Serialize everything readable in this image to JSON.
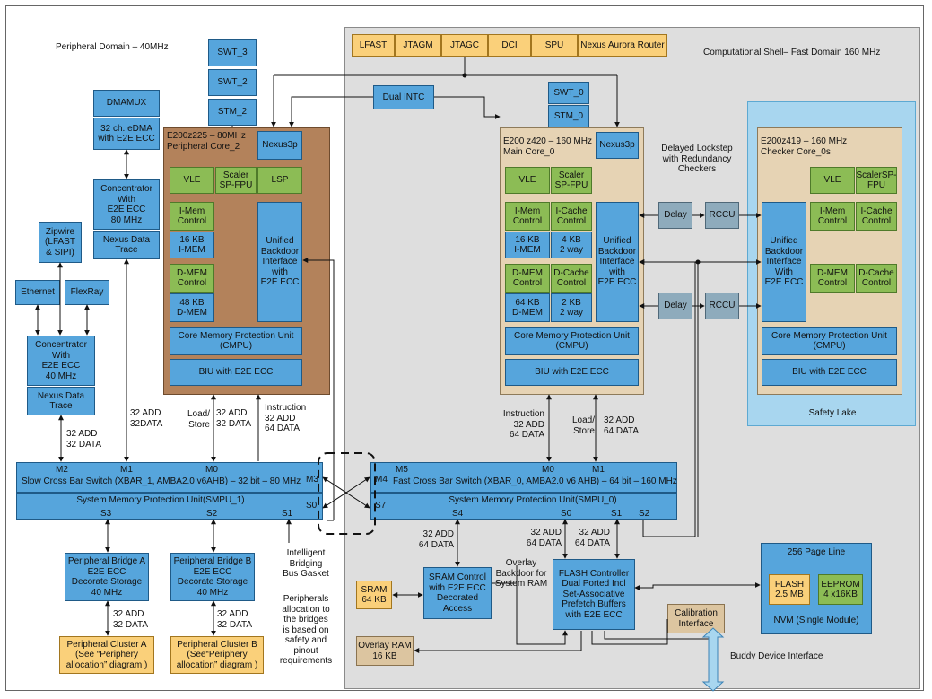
{
  "domains": {
    "peripheral": "Peripheral Domain – 40MHz",
    "computational": "Computational Shell– Fast Domain 160 MHz",
    "safety_lake": "Safety Lake"
  },
  "top_bar": [
    "LFAST",
    "JTAGM",
    "JTAGC",
    "DCI",
    "SPU",
    "Nexus Aurora Router"
  ],
  "left_stack": [
    "SWT_3",
    "SWT_2",
    "STM_2"
  ],
  "right_stack": [
    "SWT_0",
    "STM_0"
  ],
  "dual_intc": "Dual INTC",
  "dmamux": "DMAMUX",
  "edma": "32 ch. eDMA\nwith E2E ECC",
  "conc80": "Concentrator\nWith\nE2E ECC\n80 MHz",
  "nexus_data_trace_a": "Nexus Data\nTrace",
  "zipwire": "Zipwire\n(LFAST\n& SIPI)",
  "ethernet": "Ethernet",
  "flexray": "FlexRay",
  "conc40": "Concentrator\nWith\nE2E ECC\n40 MHz",
  "nexus_data_trace_b": "Nexus Data\nTrace",
  "core2": {
    "title": "E200z225 – 80MHz\nPeripheral Core_2",
    "nexus": "Nexus3p",
    "vle": "VLE",
    "scaler": "Scaler\nSP-FPU",
    "lsp": "LSP",
    "imem_ctrl": "I-Mem\nControl",
    "imem": "16 KB\nI-MEM",
    "dmem_ctrl": "D-MEM\nControl",
    "dmem": "48 KB\nD-MEM",
    "unified": "Unified\nBackdoor\nInterface\nwith\nE2E ECC",
    "cmpu": "Core Memory Protection Unit\n(CMPU)",
    "biu": "BIU with E2E ECC"
  },
  "core0": {
    "title": "E200 z420 – 160 MHz\nMain Core_0",
    "nexus": "Nexus3p",
    "vle": "VLE",
    "scaler": "Scaler\nSP-FPU",
    "imem_ctrl": "I-Mem\nControl",
    "icache_ctrl": "I-Cache\nControl",
    "imem": "16 KB\nI-MEM",
    "icache": "4 KB\n2 way",
    "dmem_ctrl": "D-MEM\nControl",
    "dcache_ctrl": "D-Cache\nControl",
    "dmem": "64 KB\nD-MEM",
    "dcache": "2 KB\n2 way",
    "unified": "Unified\nBackdoor\nInterface\nwith\nE2E ECC",
    "cmpu": "Core Memory Protection Unit\n(CMPU)",
    "biu": "BIU with E2E ECC"
  },
  "core0s": {
    "title": "E200z419 – 160 MHz\nChecker Core_0s",
    "vle": "VLE",
    "scaler": "ScalerSP-\nFPU",
    "imem_ctrl": "I-Mem\nControl",
    "icache_ctrl": "I-Cache\nControl",
    "dmem_ctrl": "D-MEM\nControl",
    "dcache_ctrl": "D-Cache\nControl",
    "unified": "Unified\nBackdoor\nInterface\nWith\nE2E ECC",
    "cmpu": "Core Memory Protection Unit\n(CMPU)",
    "biu": "BIU with E2E ECC"
  },
  "lockstep": "Delayed Lockstep\nwith Redundancy\nCheckers",
  "delay": "Delay",
  "rccu": "RCCU",
  "xbar1": {
    "ports_top": [
      "M2",
      "M1",
      "M0",
      "M3"
    ],
    "title": "Slow Cross Bar Switch (XBAR_1, AMBA2.0 v6AHB) – 32 bit – 80 MHz",
    "smpu": "System Memory Protection Unit(SMPU_1)",
    "ports_bottom": [
      "S3",
      "S2",
      "S1",
      "S0"
    ]
  },
  "xbar0": {
    "ports_top": [
      "M4",
      "M5",
      "M0",
      "M1"
    ],
    "title": "Fast Cross Bar Switch (XBAR_0, AMBA2.0 v6 AHB) – 64 bit – 160 MHz",
    "smpu": "System Memory Protection Unit(SMPU_0)",
    "ports_bottom": [
      "S7",
      "S4",
      "S0",
      "S1",
      "S2"
    ]
  },
  "bus_labels": {
    "conc_to_xbar": "32 ADD\n32 DATA",
    "conc80_to_xbar": "32 ADD\n32DATA",
    "core2_ls": "Load/\nStore",
    "core2_ls_w": "32 ADD\n32 DATA",
    "core2_instr": "Instruction\n32 ADD\n64 DATA",
    "core0_instr": "Instruction\n32 ADD\n64 DATA",
    "core0_ls": "Load/\nStore",
    "core0_ls_w": "32 ADD\n64 DATA",
    "s4": "32 ADD\n64 DATA",
    "s0": "32 ADD\n64 DATA",
    "s1": "32 ADD\n64 DATA",
    "bridge_a": "32 ADD\n32 DATA",
    "bridge_b": "32 ADD\n32 DATA"
  },
  "bridge_a": "Peripheral Bridge A\nE2E ECC\nDecorate Storage\n40 MHz",
  "bridge_b": "Peripheral Bridge B\nE2E ECC\nDecorate Storage\n40 MHz",
  "cluster_a": "Peripheral Cluster A\n(See “Periphery\nallocation” diagram )",
  "cluster_b": "Peripheral Cluster B\n(See“Periphery\nallocation” diagram )",
  "gasket": "Intelligent\nBridging\nBus Gasket",
  "periph_note": "Peripherals\nallocation to\nthe bridges\nis based on\nsafety and\npinout\nrequirements",
  "sram": "SRAM\n64 KB",
  "sram_ctrl": "SRAM Control\nwith E2E ECC\nDecorated\nAccess",
  "overlay_backdoor": "Overlay\nBackdoor for\nSystem RAM",
  "flash_ctrl": "FLASH Controller\nDual Ported Incl\nSet-Associative\nPrefetch Buffers\nwith E2E ECC",
  "overlay_ram": "Overlay RAM\n16 KB",
  "calibration": "Calibration\nInterface",
  "buddy": "Buddy Device Interface",
  "nvm": {
    "title": "256 Page Line",
    "flash": "FLASH\n2.5 MB",
    "eeprom": "EEPROM\n4 x16KB",
    "footer": "NVM (Single Module)"
  }
}
